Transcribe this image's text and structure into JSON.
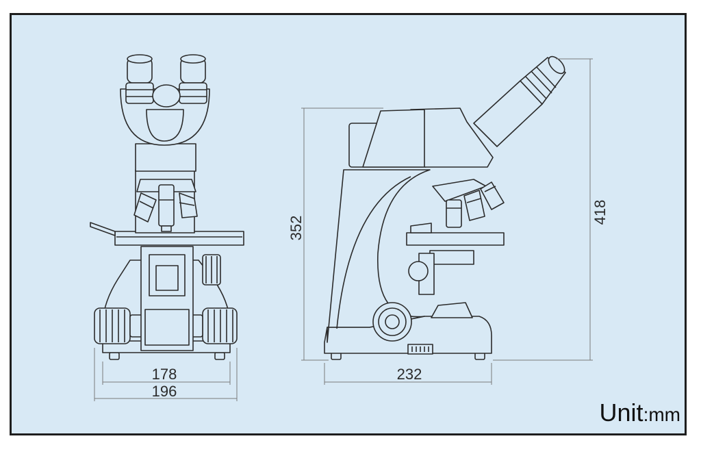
{
  "dimensions": {
    "front_inner_width": "178",
    "front_outer_width": "196",
    "side_base_width": "232",
    "side_stand_height": "352",
    "side_total_height": "418"
  },
  "unit": {
    "label": "Unit",
    "separator": ":",
    "value": "mm"
  },
  "colors": {
    "background": "#d8e9f5",
    "frame_border": "#1e1e1e",
    "line": "#2b2b2b",
    "dimension_line": "#7a7a7a"
  }
}
